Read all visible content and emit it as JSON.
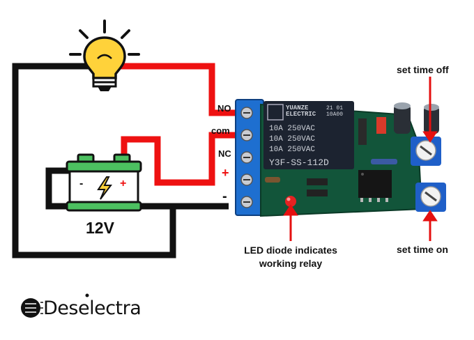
{
  "terminals": {
    "no": "NO",
    "com": "com",
    "nc": "NC",
    "plus": "+",
    "minus": "-"
  },
  "battery": {
    "voltage": "12V",
    "minus_sign": "-",
    "plus_sign": "+"
  },
  "relay": {
    "brand_line1": "YUANZE",
    "brand_line2": "ELECTRIC",
    "code1": "21 01",
    "code2": "10A00",
    "rating1": "10A 250VAC",
    "rating2": "10A 250VAC",
    "rating3": "10A 250VAC",
    "model": "Y3F-SS-112D"
  },
  "annotations": {
    "set_time_off": "set time off",
    "set_time_on": "set time on",
    "led_line1": "LED diode indicates",
    "led_line2": "working relay"
  },
  "brand": {
    "name": "Deselectra"
  },
  "colors": {
    "wire_red": "#ee1111",
    "wire_black": "#111111",
    "terminal_blue": "#1e6fd0",
    "pcb_green": "#12553a",
    "relay_body": "#1c2330",
    "battery_green": "#4cc060",
    "bulb_yellow": "#ffd23a",
    "arrow_red": "#e51010"
  }
}
